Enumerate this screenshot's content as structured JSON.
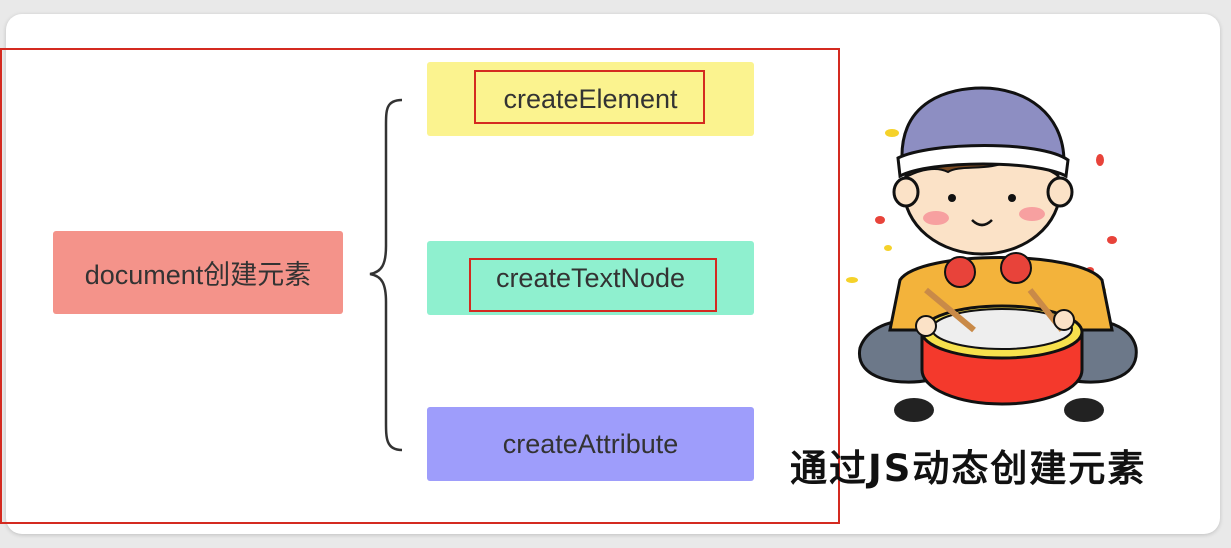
{
  "diagram": {
    "root_label": "document创建元素",
    "children": [
      {
        "label": "createElement",
        "highlighted": true
      },
      {
        "label": "createTextNode",
        "highlighted": true
      },
      {
        "label": "createAttribute",
        "highlighted": false
      }
    ],
    "colors": {
      "root": "#f4938a",
      "createElement": "#fbf38f",
      "createTextNode": "#8ff0cf",
      "createAttribute": "#9e9dfb",
      "highlight_border": "#d42a20"
    }
  },
  "illustration": {
    "icon": "drummer-boy-cartoon",
    "caption": "通过JS动态创建元素"
  }
}
